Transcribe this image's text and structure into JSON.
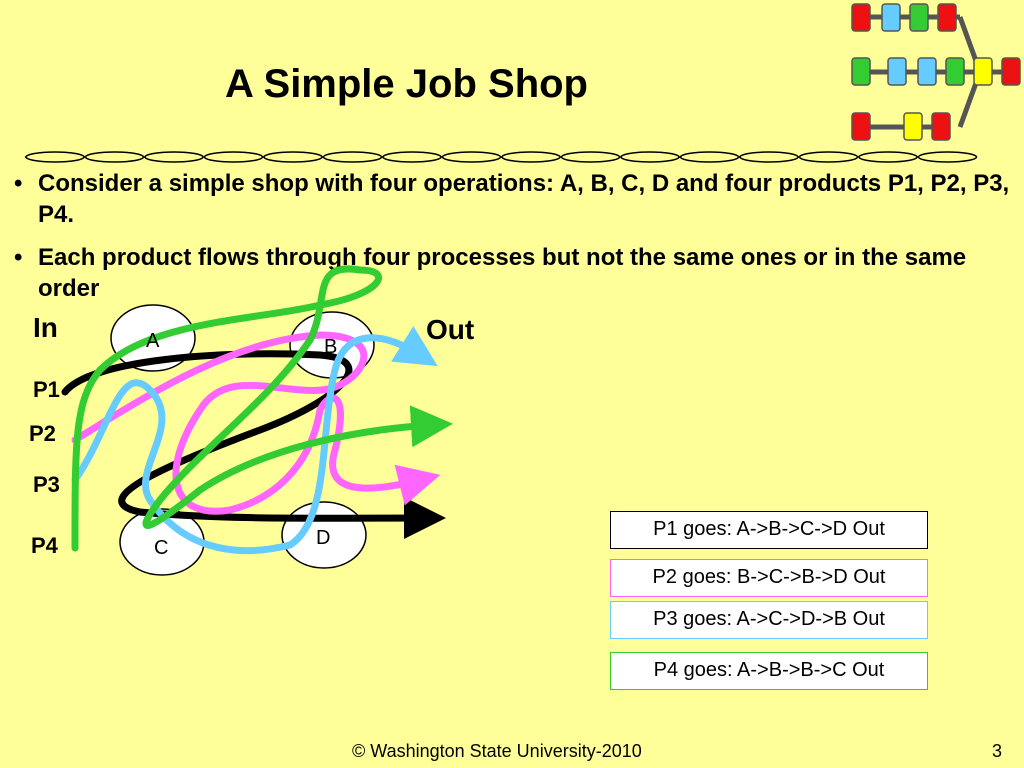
{
  "slide": {
    "title": "A Simple Job Shop",
    "bullets": [
      "Consider a simple shop with four operations: A, B, C, D and four products P1, P2, P3, P4.",
      "Each product flows through four processes but not the same ones or in the same order"
    ],
    "in_label": "In",
    "out_label": "Out",
    "product_labels": [
      "P1",
      "P2",
      "P3",
      "P4"
    ],
    "nodes": [
      "A",
      "B",
      "C",
      "D"
    ],
    "routes": [
      {
        "text": "P1 goes: A->B->C->D Out",
        "color": "#000000"
      },
      {
        "text": "P2 goes: B->C->B->D Out",
        "color": "#ff66ff"
      },
      {
        "text": "P3 goes: A->C->D->B Out",
        "color": "#66ccff"
      },
      {
        "text": "P4 goes: A->B->B->C Out",
        "color": "#33cc33"
      }
    ],
    "footer": "© Washington State University-2010",
    "page_number": "3"
  },
  "colors": {
    "background": "#ffff99",
    "p1": "#000000",
    "p2": "#ff66ff",
    "p3": "#66ccff",
    "p4": "#33cc33",
    "logo_red": "#ee1111",
    "logo_blue": "#66ccff",
    "logo_green": "#33cc33",
    "logo_yellow": "#ffff00"
  }
}
